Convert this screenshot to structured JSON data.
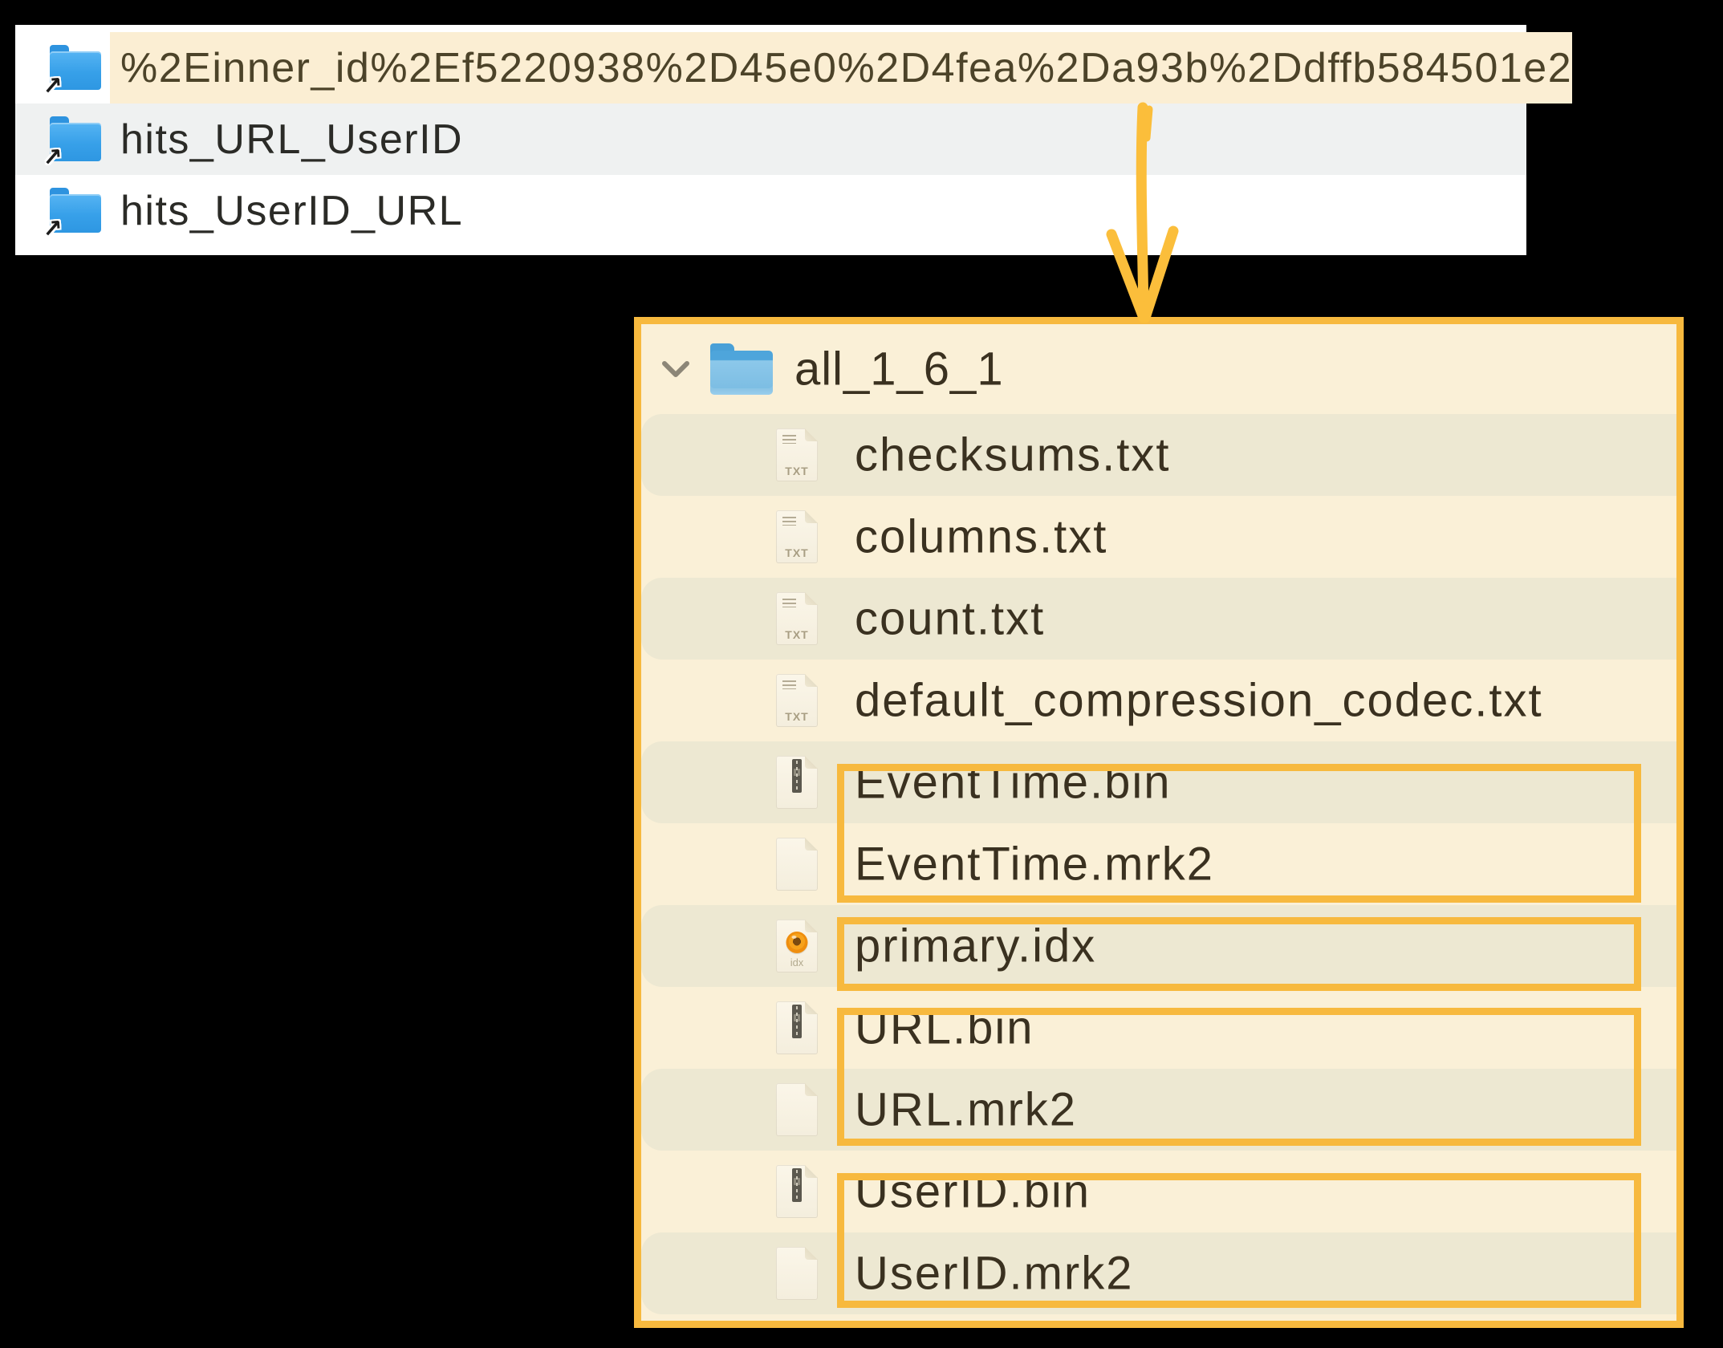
{
  "finder_list": {
    "items": [
      {
        "label": "%2Einner_id%2Ef5220938%2D45e0%2D4fea%2Da93b%2Ddffb584501e2",
        "icon": "folder-alias",
        "highlighted": true
      },
      {
        "label": "hits_URL_UserID",
        "icon": "folder-alias",
        "highlighted": false
      },
      {
        "label": "hits_UserID_URL",
        "icon": "folder-alias",
        "highlighted": false
      }
    ]
  },
  "annotation": {
    "arrow_direction": "down",
    "boxed_groups": [
      [
        "EventTime.bin",
        "EventTime.mrk2"
      ],
      [
        "primary.idx"
      ],
      [
        "URL.bin",
        "URL.mrk2"
      ],
      [
        "UserID.bin",
        "UserID.mrk2"
      ]
    ]
  },
  "tree": {
    "root_label": "all_1_6_1",
    "root_icon": "folder",
    "expanded": true,
    "files": [
      {
        "label": "checksums.txt",
        "type": "txt"
      },
      {
        "label": "columns.txt",
        "type": "txt"
      },
      {
        "label": "count.txt",
        "type": "txt"
      },
      {
        "label": "default_compression_codec.txt",
        "type": "txt"
      },
      {
        "label": "EventTime.bin",
        "type": "bin"
      },
      {
        "label": "EventTime.mrk2",
        "type": "blank"
      },
      {
        "label": "primary.idx",
        "type": "idx"
      },
      {
        "label": "URL.bin",
        "type": "bin"
      },
      {
        "label": "URL.mrk2",
        "type": "blank"
      },
      {
        "label": "UserID.bin",
        "type": "bin"
      },
      {
        "label": "UserID.mrk2",
        "type": "blank"
      }
    ],
    "icon_badges": {
      "txt": "TXT",
      "idx": "idx"
    }
  },
  "colors": {
    "highlight_row": "#FBEED3",
    "alt_row_gray": "#EFF1F1",
    "panel_cream": "#FAF0D7",
    "band_dark": "#EDE8D2",
    "annotation_orange": "#F7B93E",
    "arrow_orange": "#FBBE3B",
    "finder_text": "#2B2B27",
    "highlight_text": "#4C4329",
    "tree_text": "#3A3120",
    "folder_blue": "#37A0E9"
  }
}
